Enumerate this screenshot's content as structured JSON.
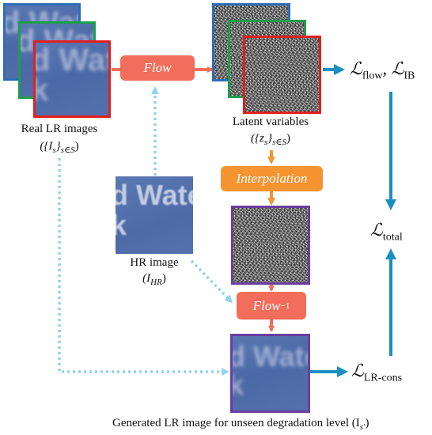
{
  "pills": {
    "flow": "Flow",
    "interpolation": "Interpolation",
    "flow_inverse": "Flow",
    "flow_inverse_sup": "−1"
  },
  "captions": {
    "real_lr": "Real LR images",
    "real_lr_math": "({I",
    "real_lr_sub": "s",
    "real_lr_tail": "}",
    "real_lr_tail_sub": "s∈S",
    "real_lr_close": ")",
    "latent": "Latent variables",
    "latent_math": "({z",
    "latent_sub": "s",
    "latent_tail": "}",
    "latent_tail_sub": "s∈S",
    "latent_close": ")",
    "hr": "HR image",
    "hr_math": "(I",
    "hr_sub": "HR",
    "hr_close": ")",
    "generated": "Generated LR image for unseen degradation level (I",
    "generated_sub": "s′",
    "generated_close": ")"
  },
  "losses": {
    "flow_ib_l": "ℒ",
    "flow_ib_sub1": "flow",
    "flow_ib_sep": ", ℒ",
    "flow_ib_sub2": "IB",
    "total_l": "ℒ",
    "total_sub": "total",
    "lrcons_l": "ℒ",
    "lrcons_sub": "LR-cons"
  },
  "image_text": {
    "lr_fragment": "d Wat",
    "lr_fragment2": "k",
    "hr_fragment": "d Wate",
    "hr_fragment2": "k",
    "gen_fragment": "d Wate",
    "gen_fragment2": "k"
  },
  "colors": {
    "flow_pill": "#f26d5b",
    "interp_pill": "#f59431",
    "arrow_teal": "#1b8fbf",
    "dotted": "#8fd3f0",
    "red_arrow": "#f26d5b",
    "orange_arrow": "#f59431",
    "frame_blue": "#2f6db5",
    "frame_green": "#1e9e4a",
    "frame_red": "#e02020",
    "frame_purple": "#6b3fa0"
  }
}
